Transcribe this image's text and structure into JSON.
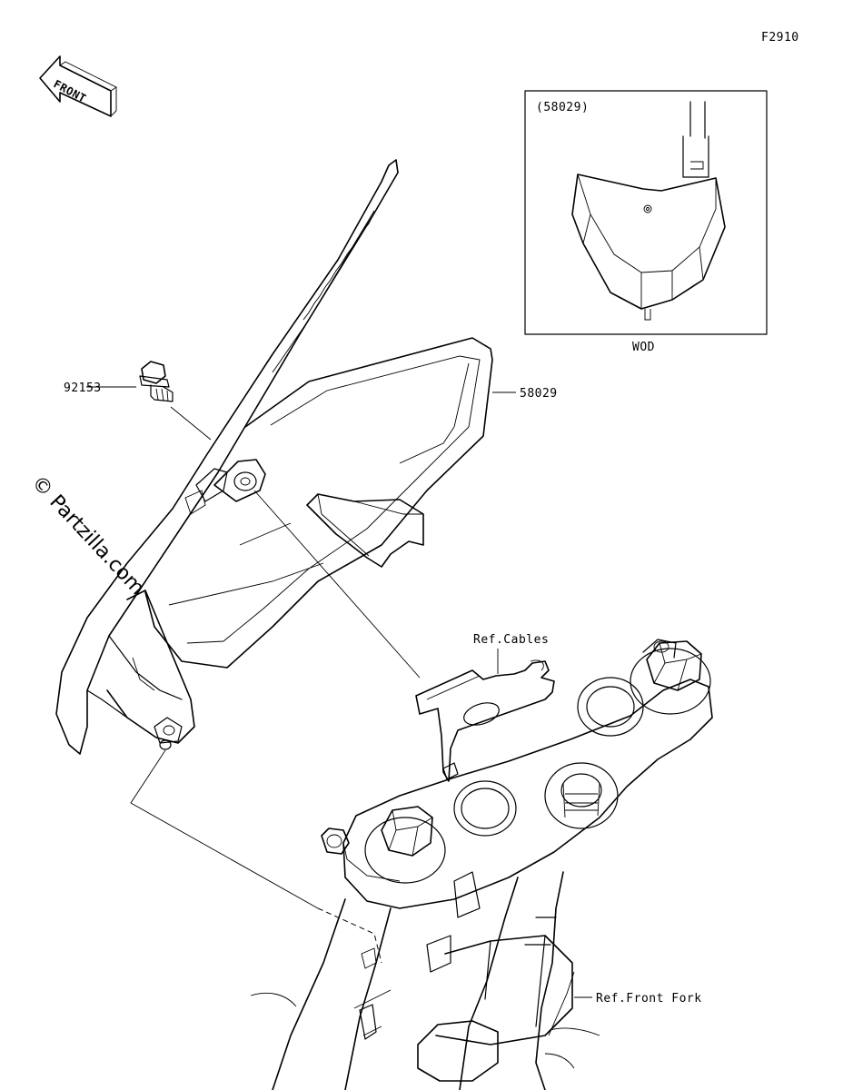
{
  "figure_code": "F2910",
  "front_arrow_text": "FRONT",
  "watermark": "© Partzilla.com",
  "inset": {
    "part_number": "(58029)",
    "variant_label": "WOD"
  },
  "callouts": {
    "bolt": "92153",
    "number_plate": "58029",
    "ref_cables": "Ref.Cables",
    "ref_front_fork": "Ref.Front Fork"
  }
}
